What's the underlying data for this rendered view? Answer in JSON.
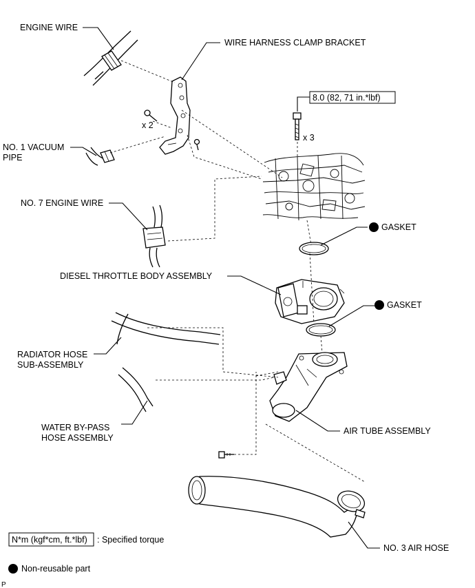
{
  "labels": {
    "engine_wire": "ENGINE WIRE",
    "clamp_bracket": "WIRE HARNESS CLAMP BRACKET",
    "torque_value": "8.0 (82, 71 in.*lbf)",
    "qty_bolts_3": "x 3",
    "qty_bolts_2": "x 2",
    "vacuum_pipe_line1": "NO. 1 VACUUM",
    "vacuum_pipe_line2": "PIPE",
    "no7_engine_wire": "NO. 7 ENGINE WIRE",
    "gasket_top": "GASKET",
    "gasket_bottom": "GASKET",
    "throttle_body": "DIESEL THROTTLE BODY ASSEMBLY",
    "radiator_hose_line1": "RADIATOR HOSE",
    "radiator_hose_line2": "SUB-ASSEMBLY",
    "water_bypass_line1": "WATER BY-PASS",
    "water_bypass_line2": "HOSE ASSEMBLY",
    "air_tube": "AIR TUBE ASSEMBLY",
    "no3_air_hose": "NO. 3 AIR HOSE"
  },
  "legend": {
    "torque_box": "N*m (kgf*cm, ft.*lbf)",
    "torque_desc": ": Specified torque",
    "nonreusable_desc": "Non-reusable part"
  },
  "corner_code": "P"
}
